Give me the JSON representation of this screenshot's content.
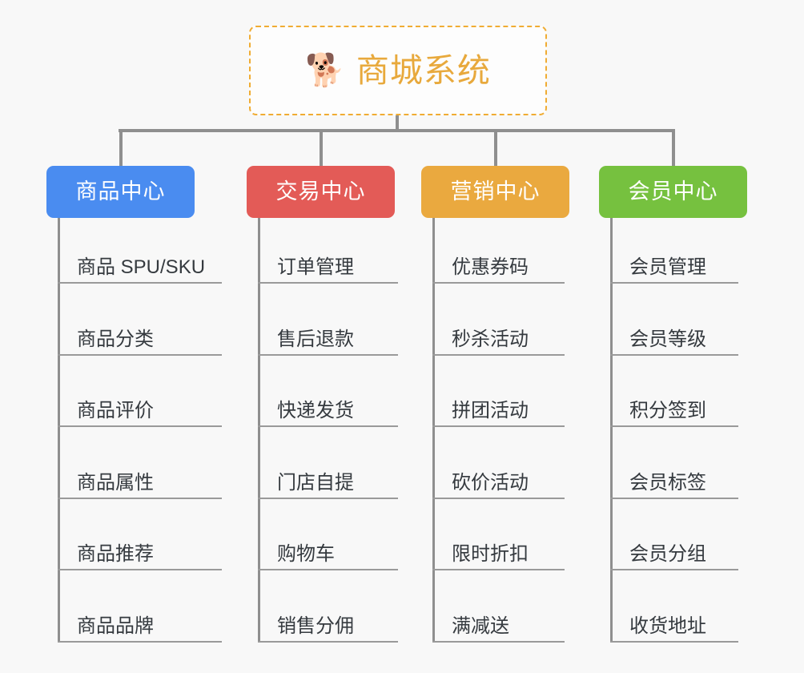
{
  "canvas": {
    "background": "#f8f8f8",
    "connector_color": "#8f8f8f",
    "leaf_rule_color": "#9a9a9a",
    "leaf_text_color": "#353a3f"
  },
  "root": {
    "icon": "shiba-dog-face-emoji",
    "emoji": "🐕",
    "title": "商城系统",
    "title_color": "#e8a93c",
    "border_color": "#f0ac33",
    "border_style": "dashed"
  },
  "branches": [
    {
      "id": "product-center",
      "label": "商品中心",
      "color": "#4a8cf0",
      "items": [
        "商品 SPU/SKU",
        "商品分类",
        "商品评价",
        "商品属性",
        "商品推荐",
        "商品品牌"
      ]
    },
    {
      "id": "trade-center",
      "label": "交易中心",
      "color": "#e35b57",
      "items": [
        "订单管理",
        "售后退款",
        "快递发货",
        "门店自提",
        "购物车",
        "销售分佣"
      ]
    },
    {
      "id": "marketing-center",
      "label": "营销中心",
      "color": "#eaa93f",
      "items": [
        "优惠券码",
        "秒杀活动",
        "拼团活动",
        "砍价活动",
        "限时折扣",
        "满减送"
      ]
    },
    {
      "id": "member-center",
      "label": "会员中心",
      "color": "#76c13f",
      "items": [
        "会员管理",
        "会员等级",
        "积分签到",
        "会员标签",
        "会员分组",
        "收货地址"
      ]
    }
  ]
}
